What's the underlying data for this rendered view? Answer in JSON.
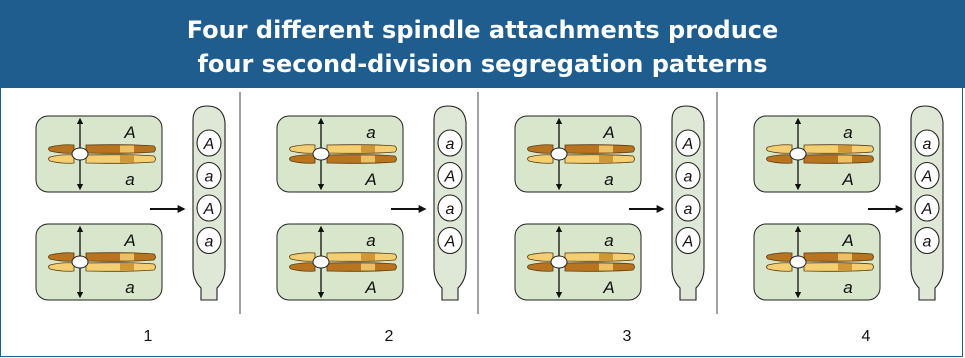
{
  "figure": {
    "title_line1": "Four different spindle attachments produce",
    "title_line2": "four second-division segregation patterns",
    "colors": {
      "header": "#1f5d8f",
      "cell_fill": "#d8e6cb",
      "ascus_fill": "#dfe8d6",
      "chromatid_dark": "#b8741f",
      "chromatid_light": "#f4cf72"
    },
    "panels": [
      {
        "number": "1",
        "top_cell": {
          "upper_allele": "A",
          "lower_allele": "a"
        },
        "bottom_cell": {
          "upper_allele": "A",
          "lower_allele": "a"
        },
        "spores": [
          "A",
          "a",
          "A",
          "a"
        ]
      },
      {
        "number": "2",
        "top_cell": {
          "upper_allele": "a",
          "lower_allele": "A"
        },
        "bottom_cell": {
          "upper_allele": "a",
          "lower_allele": "A"
        },
        "spores": [
          "a",
          "A",
          "a",
          "A"
        ]
      },
      {
        "number": "3",
        "top_cell": {
          "upper_allele": "A",
          "lower_allele": "a"
        },
        "bottom_cell": {
          "upper_allele": "a",
          "lower_allele": "A"
        },
        "spores": [
          "A",
          "a",
          "a",
          "A"
        ]
      },
      {
        "number": "4",
        "top_cell": {
          "upper_allele": "a",
          "lower_allele": "A"
        },
        "bottom_cell": {
          "upper_allele": "A",
          "lower_allele": "a"
        },
        "spores": [
          "a",
          "A",
          "A",
          "a"
        ]
      }
    ]
  }
}
